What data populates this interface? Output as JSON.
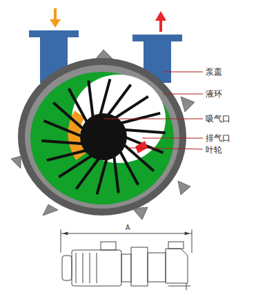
{
  "diagram": {
    "labels": [
      "泵盖",
      "液环",
      "吸气口",
      "排气口",
      "叶轮",
      "A"
    ]
  }
}
